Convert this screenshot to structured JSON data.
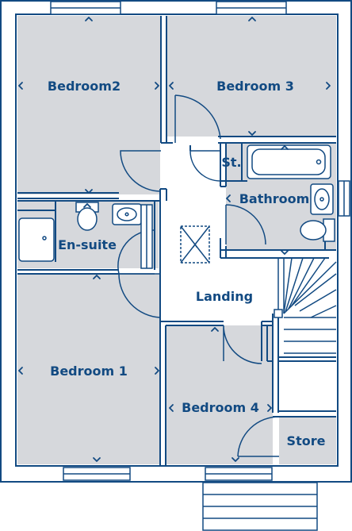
{
  "rooms": {
    "bedroom2": "Bedroom2",
    "bedroom3": "Bedroom 3",
    "st": "St.",
    "bathroom": "Bathroom",
    "ensuite": "En-suite",
    "landing": "Landing",
    "bedroom1": "Bedroom 1",
    "bedroom4": "Bedroom 4",
    "store": "Store"
  },
  "loft_hatch_mark": "X",
  "colors": {
    "line": "#124a82",
    "room_fill": "#d6d8dc",
    "background": "#ffffff"
  }
}
